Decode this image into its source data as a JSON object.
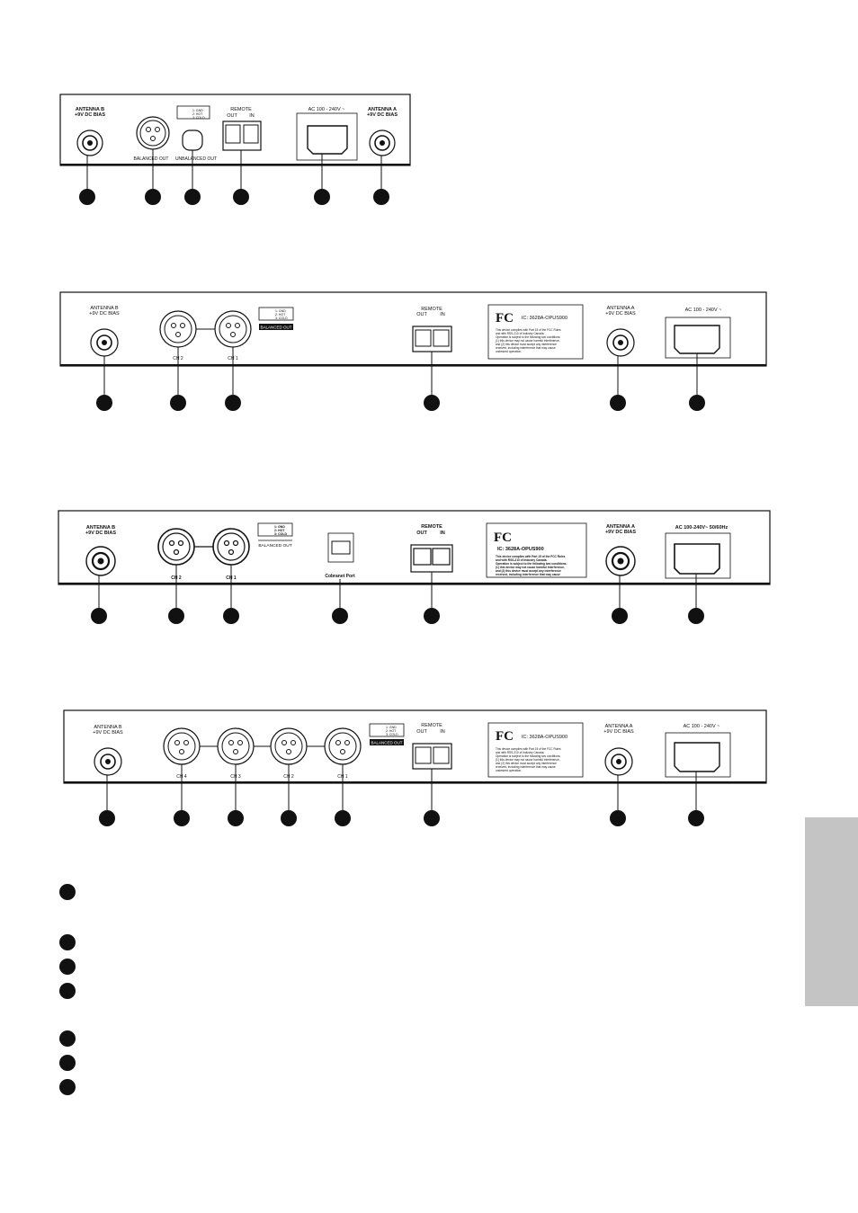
{
  "panel1": {
    "antenna_b": [
      "ANTENNA B",
      "+9V DC BIAS"
    ],
    "xlr_pins": [
      "1: GND",
      "2: HOT",
      "3: COLD"
    ],
    "balanced_out": "BALANCED OUT",
    "unbalanced_out": "UNBALANCED OUT",
    "remote": "REMOTE",
    "out": "OUT",
    "in": "IN",
    "ac": "AC 100 - 240V ~",
    "antenna_a": [
      "ANTENNA A",
      "+9V DC BIAS"
    ]
  },
  "panel2": {
    "antenna_b": [
      "ANTENNA B",
      "+9V DC BIAS"
    ],
    "xlr_pins": [
      "1: GND",
      "2: HOT",
      "3: COLD"
    ],
    "balanced_out": "BALANCED OUT",
    "ch2": "CH 2",
    "ch1": "CH 1",
    "remote": "REMOTE",
    "out": "OUT",
    "in": "IN",
    "fcc_ic": "IC: 3628A-OPUS900",
    "fcc_text": [
      "This device complies with Part 15 of the FCC Rules",
      "and with RSS-210 of Industry Canada.",
      "Operation is subject to the following two conditions:",
      "(1) this device may not cause harmful interference,",
      "and (2) this device must accept any interference",
      "received, including interference that may cause",
      "undesired operation."
    ],
    "antenna_a": [
      "ANTENNA A",
      "+9V DC BIAS"
    ],
    "ac": "AC 100 - 240V ~"
  },
  "panel3": {
    "antenna_b": [
      "ANTENNA B",
      "+9V DC BIAS"
    ],
    "xlr_pins": [
      "1: GND",
      "2: HOT",
      "3: COLD"
    ],
    "balanced_out": "BALANCED OUT",
    "ch2": "CH 2",
    "ch1": "CH 1",
    "cobranet": "Cobranet Port",
    "remote": "REMOTE",
    "out": "OUT",
    "in": "IN",
    "fcc_ic": "IC: 3628A-OPUS900",
    "fcc_text": [
      "This device complies with Part 15 of the FCC Rules",
      "and with RSS-210 of Industry Canada.",
      "Operation is subject to the following two conditions:",
      "(1) this device may not cause harmful interference,",
      "and (2) this device must accept any interference",
      "received, including interference that may cause",
      "undesired operation."
    ],
    "antenna_a": [
      "ANTENNA A",
      "+9V DC BIAS"
    ],
    "ac": "AC 100-240V~  50/60Hz"
  },
  "panel4": {
    "antenna_b": [
      "ANTENNA B",
      "+9V DC BIAS"
    ],
    "ch4": "CH 4",
    "ch3": "CH 3",
    "ch2": "CH 2",
    "ch1": "CH 1",
    "xlr_pins": [
      "1: GND",
      "2: HOT",
      "3: COLD"
    ],
    "balanced_out": "BALANCED OUT",
    "remote": "REMOTE",
    "out": "OUT",
    "in": "IN",
    "fcc_ic": "IC: 3628A-OPUS900",
    "fcc_text": [
      "This device complies with Part 15 of the FCC Rules",
      "and with RSS-210 of Industry Canada.",
      "Operation is subject to the following two conditions:",
      "(1) this device may not cause harmful interference,",
      "and (2) this device must accept any interference",
      "received, including interference that may cause",
      "undesired operation."
    ],
    "antenna_a": [
      "ANTENNA A",
      "+9V DC BIAS"
    ],
    "ac": "AC 100 - 240V ~"
  },
  "colors": {
    "ink": "#111111",
    "side_tab": "#c4c4c4"
  }
}
